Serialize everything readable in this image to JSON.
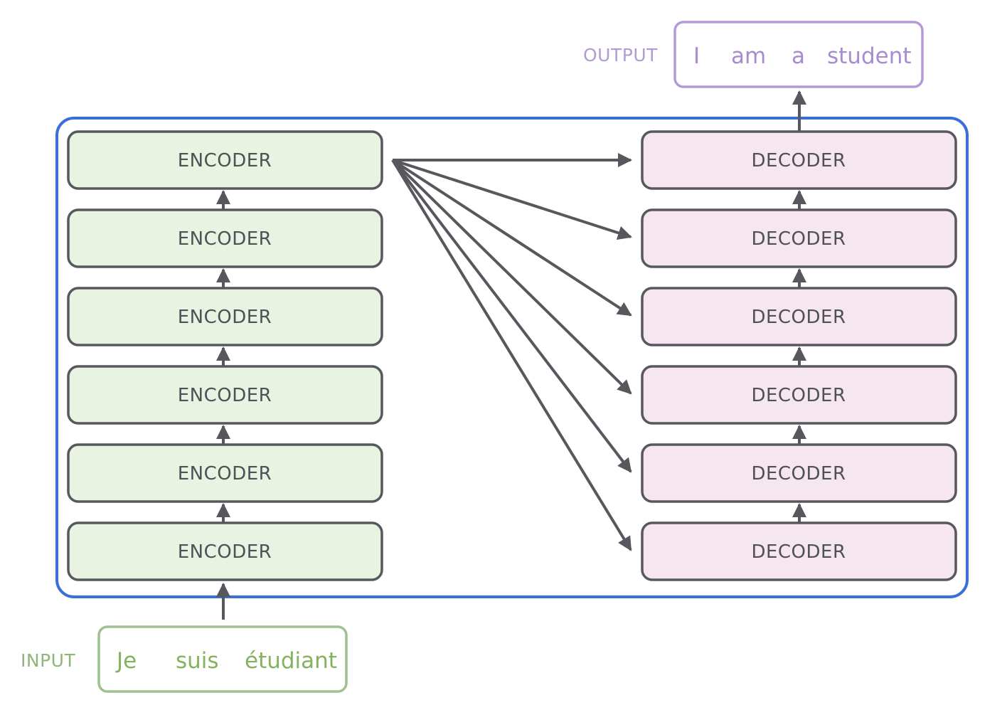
{
  "output": {
    "label": "OUTPUT",
    "words": [
      "I",
      "am",
      "a",
      "student"
    ]
  },
  "input": {
    "label": "INPUT",
    "words": [
      "Je",
      "suis",
      "étudiant"
    ]
  },
  "encoders": [
    {
      "label": "ENCODER"
    },
    {
      "label": "ENCODER"
    },
    {
      "label": "ENCODER"
    },
    {
      "label": "ENCODER"
    },
    {
      "label": "ENCODER"
    },
    {
      "label": "ENCODER"
    }
  ],
  "decoders": [
    {
      "label": "DECODER"
    },
    {
      "label": "DECODER"
    },
    {
      "label": "DECODER"
    },
    {
      "label": "DECODER"
    },
    {
      "label": "DECODER"
    },
    {
      "label": "DECODER"
    }
  ],
  "colors": {
    "container_border": "#3a6fd8",
    "encoder_fill": "#e9f3e1",
    "decoder_fill": "#f5e6f0",
    "box_border": "#56585e",
    "arrow": "#56585e",
    "output_border": "#b59bd6",
    "input_border": "#9fc190"
  }
}
